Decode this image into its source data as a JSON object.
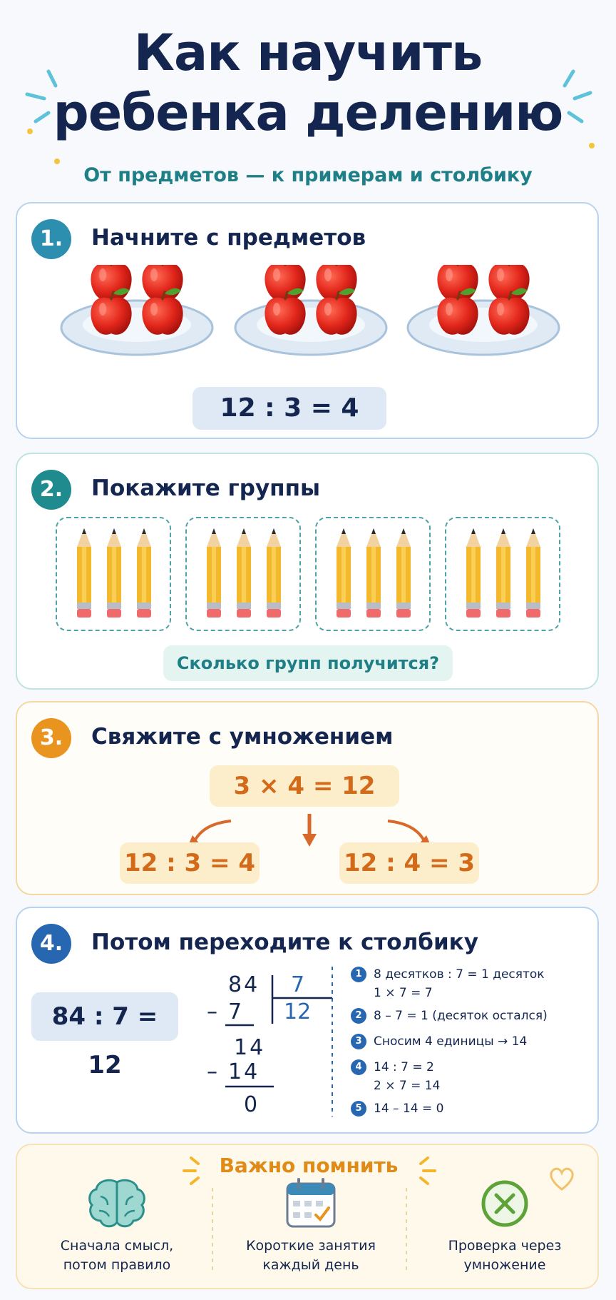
{
  "title_line1": "Как научить",
  "title_line2": "ребенка делению",
  "subtitle": "От предметов — к примерам и столбику",
  "colors": {
    "blue": "#2c8fb0",
    "teal": "#1f8b8f",
    "orange": "#e8941e",
    "navy": "#2766b0"
  },
  "sections": [
    {
      "number": "1.",
      "title": "Начните с предметов",
      "equation": "12 : 3 = 4"
    },
    {
      "number": "2.",
      "title": "Покажите группы",
      "question": "Сколько групп получится?"
    },
    {
      "number": "3.",
      "title": "Свяжите с умножением",
      "main_equation": "3 × 4 = 12",
      "left_equation": "12 : 3 = 4",
      "right_equation": "12 : 4 = 3"
    },
    {
      "number": "4.",
      "title": "Потом переходите к столбику",
      "equation": "84 : 7 = 12",
      "long_division": {
        "dividend": "84",
        "divisor": "7",
        "quotient": "12",
        "sub1": "7",
        "sub1_sign": "–",
        "remainder_line": "14",
        "sub2": "14",
        "sub2_sign": "–",
        "final": "0"
      },
      "steps": [
        {
          "n": "1",
          "line1": "8 десятков : 7 = 1 десяток",
          "line2": "1 × 7 = 7"
        },
        {
          "n": "2",
          "line1": "8 – 7 = 1 (десяток остался)",
          "line2": ""
        },
        {
          "n": "3",
          "line1": "Сносим 4 единицы → 14",
          "line2": ""
        },
        {
          "n": "4",
          "line1": "14 : 7 = 2",
          "line2": "2 × 7 = 14"
        },
        {
          "n": "5",
          "line1": "14 – 14 = 0",
          "line2": ""
        }
      ]
    }
  ],
  "remember": {
    "title": "Важно помнить",
    "tips": [
      {
        "icon": "brain-icon",
        "label1": "Сначала смысл,",
        "label2": "потом правило"
      },
      {
        "icon": "calendar-icon",
        "label1": "Короткие занятия",
        "label2": "каждый день"
      },
      {
        "icon": "check-circle-icon",
        "label1": "Проверка через",
        "label2": "умножение"
      }
    ]
  }
}
